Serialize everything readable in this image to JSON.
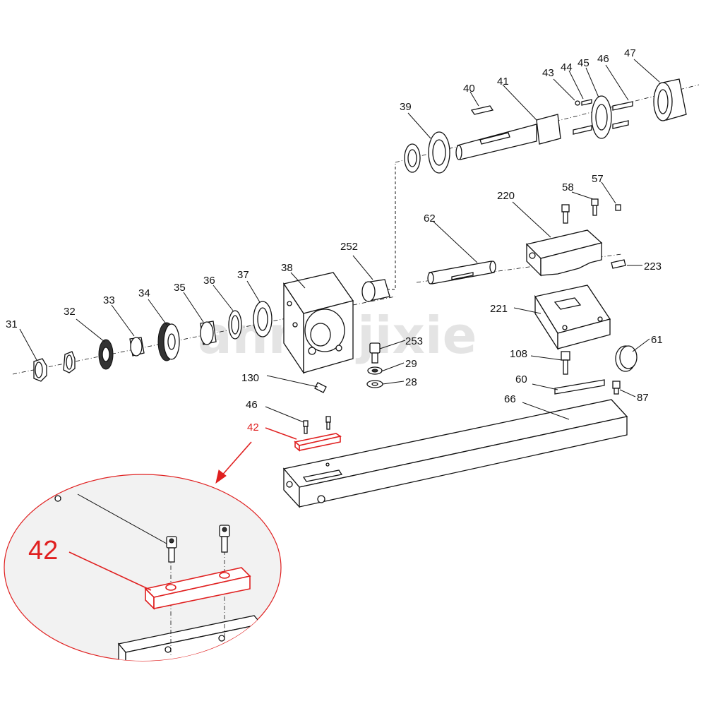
{
  "watermark": "anmujixie",
  "zoom_label": "42",
  "colors": {
    "highlight": "#e02020",
    "line": "#111111",
    "zoom_fill": "#f2f2f2"
  },
  "labels": {
    "p31": "31",
    "p32": "32",
    "p33": "33",
    "p34": "34",
    "p35": "35",
    "p36": "36",
    "p37": "37",
    "p38": "38",
    "p39": "39",
    "p40": "40",
    "p41": "41",
    "p43": "43",
    "p44": "44",
    "p45": "45",
    "p46a": "46",
    "p47": "47",
    "p57": "57",
    "p58": "58",
    "p220": "220",
    "p62": "62",
    "p252": "252",
    "p223": "223",
    "p221": "221",
    "p61": "61",
    "p253": "253",
    "p29": "29",
    "p28": "28",
    "p108": "108",
    "p130": "130",
    "p60": "60",
    "p87": "87",
    "p66": "66",
    "p46b": "46",
    "p42": "42"
  }
}
